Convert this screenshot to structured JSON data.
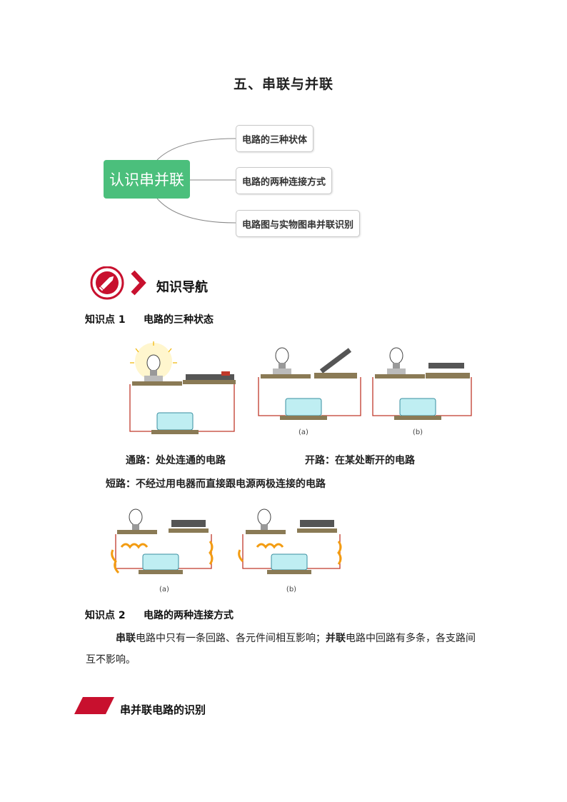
{
  "title": "五、串联与并联",
  "mindmap": {
    "root": "认识串并联",
    "branches": [
      "电路的三种状体",
      "电路的两种连接方式",
      "电路图与实物图串并联识别"
    ]
  },
  "nav": {
    "title": "知识导航"
  },
  "kp1": {
    "label": "知识点 1",
    "title": "电路的三种状态",
    "fig1_labels": [
      "(a)",
      "(b)"
    ],
    "caption_closed": "通路：处处连通的电路",
    "caption_open": "开路：在某处断开的电路",
    "caption_short": "短路：不经过用电器而直接跟电源两极连接的电路",
    "fig2_labels": [
      "(a)",
      "(b)"
    ]
  },
  "kp2": {
    "label": "知识点 2",
    "title": "电路的两种连接方式",
    "p1_bold": "串联",
    "p1_mid": "电路中只有一条回路、各元件间相互影响；",
    "p2_bold": "并联",
    "p2_rest": "电路中回路有多条，各支路间",
    "line2": "互不影响。"
  },
  "section": {
    "title": "串并联电路的识别"
  },
  "colors": {
    "accent_red": "#c8102e",
    "green": "#4bbf7c",
    "wire": "#c0392b"
  }
}
